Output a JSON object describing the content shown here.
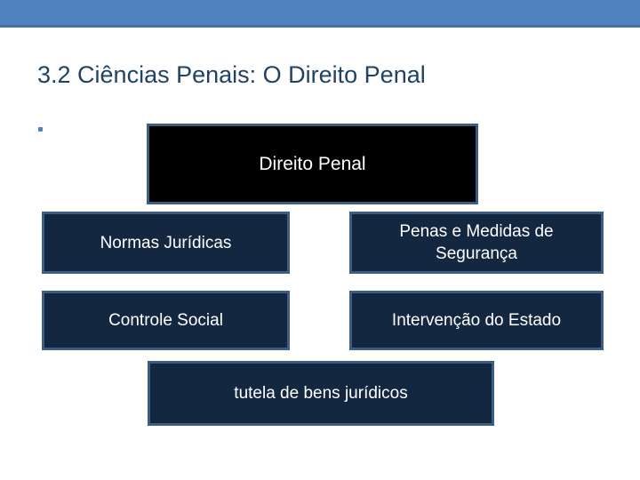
{
  "slide": {
    "title": "3.2 Ciências Penais: O Direito Penal",
    "bullet_icon": "bullet-dot-icon",
    "colors": {
      "banner": "#4F81BD",
      "banner_edge": "#44709F",
      "title_text": "#1F4267",
      "box_fill_navy": "#142740",
      "box_fill_black": "#000000",
      "box_border": "#3D5E80",
      "box_text": "#FFFFFF",
      "background": "#FFFFFF"
    }
  },
  "diagram": {
    "root": {
      "label": "Direito Penal",
      "style": "black"
    },
    "rows": [
      {
        "left": {
          "label": "Normas Jurídicas",
          "style": "navy"
        },
        "right": {
          "label": "Penas e Medidas de Segurança",
          "style": "navy"
        }
      },
      {
        "left": {
          "label": "Controle Social",
          "style": "navy"
        },
        "right": {
          "label": "Intervenção do Estado",
          "style": "navy"
        }
      }
    ],
    "footer": {
      "label": "tutela de bens jurídicos",
      "style": "navy"
    }
  }
}
